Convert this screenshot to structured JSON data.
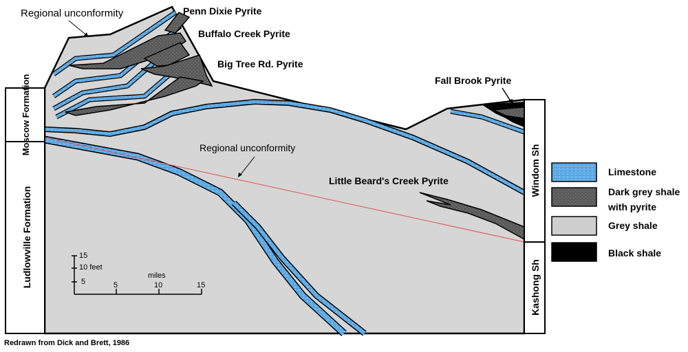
{
  "labels": {
    "regional_unconformity_top": "Regional unconformity",
    "regional_unconformity_mid": "Regional unconformity",
    "penn_dixie": "Penn Dixie Pyrite",
    "buffalo_creek": "Buffalo Creek Pyrite",
    "big_tree": "Big Tree Rd. Pyrite",
    "fall_brook": "Fall Brook Pyrite",
    "little_beards": "Little Beard's Creek Pyrite"
  },
  "formations": {
    "moscow": "Moscow Formation",
    "ludlowville": "Ludlowville Formation",
    "windom": "Windom Sh",
    "kashong": "Kashong Sh"
  },
  "legend": {
    "items": [
      {
        "label": "Limestone",
        "color": "#2f8fd8"
      },
      {
        "label_line1": "Dark grey shale",
        "label_line2": "with pyrite",
        "color": "#5a5a5a"
      },
      {
        "label": "Grey shale",
        "color": "#cfcfcf"
      },
      {
        "label": "Black shale",
        "color": "#000000"
      }
    ]
  },
  "scale": {
    "vertical": [
      "15",
      "10 feet",
      "5"
    ],
    "horizontal_title": "miles",
    "horizontal": [
      "5",
      "10",
      "15"
    ]
  },
  "credit": "Redrawn from Dick and Brett, 1986",
  "colors": {
    "limestone": "#2f8fd8",
    "dark_shale": "#5a5a5a",
    "grey_shale": "#d6d6d6",
    "black_shale": "#000000",
    "unconformity_line": "#e05050"
  }
}
